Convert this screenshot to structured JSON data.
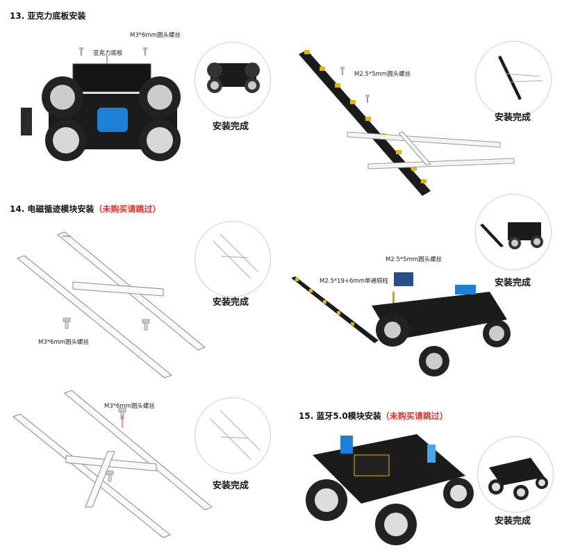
{
  "step13": {
    "title": "13. 亚克力底板安装",
    "label_plate": "亚克力底板",
    "label_screw": "M3*6mm圆头螺丝",
    "done": "安装完成"
  },
  "step13b": {
    "label_screw": "M2.5*5mm圆头螺丝",
    "done": "安装完成"
  },
  "step14": {
    "title_prefix": "14. 电磁循迹模块安装",
    "title_skip": "（未购买请跳过）",
    "label_screw_a": "M3*6mm圆头螺丝",
    "done_a": "安装完成",
    "label_screw_b": "M3*6mm圆头螺丝",
    "done_b": "安装完成"
  },
  "step14c": {
    "label_screw": "M2.5*5mm圆头螺丝",
    "label_pillar": "M2.5*19+6mm单通铜柱",
    "done": "安装完成"
  },
  "step15": {
    "title_prefix": "15. 蓝牙5.0模块安装",
    "title_skip": "（未购买请跳过）",
    "done": "安装完成"
  },
  "colors": {
    "accent_red": "#e0312b",
    "chassis": "#1d1d1d",
    "blue": "#1e7fd6",
    "header_yellow": "#e8b400"
  },
  "icons": [
    "screw-icon"
  ]
}
